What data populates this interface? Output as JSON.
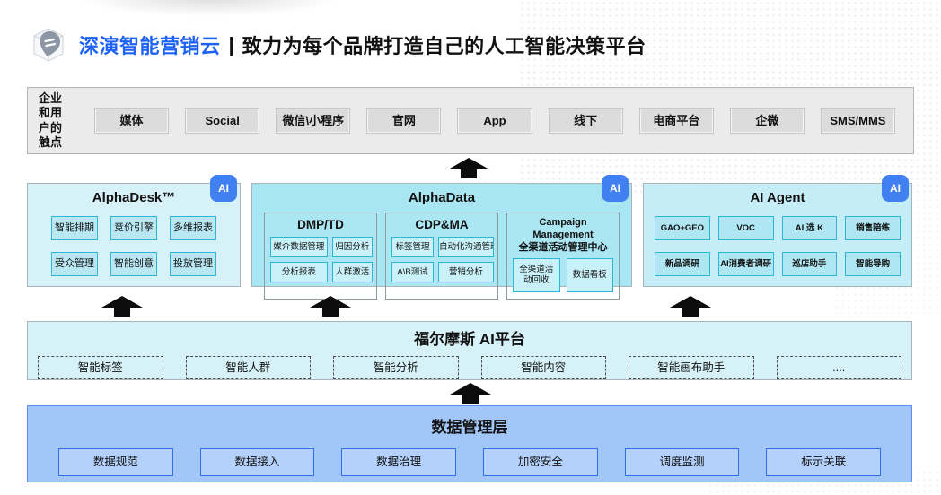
{
  "header": {
    "brand": "深演智能营销云",
    "separator": "|",
    "tagline": "致力为每个品牌打造自己的人工智能决策平台"
  },
  "touchpoints": {
    "label_lines": [
      "企业",
      "和用",
      "户的",
      "触点"
    ],
    "items": [
      "媒体",
      "Social",
      "微信\\小程序",
      "官网",
      "App",
      "线下",
      "电商平台",
      "企微",
      "SMS/MMS"
    ]
  },
  "panels": [
    {
      "title": "AlphaDesk™",
      "badge": "AI",
      "items": [
        "智能排期",
        "竞价引擎",
        "多维报表",
        "受众管理",
        "智能创意",
        "投放管理"
      ]
    },
    {
      "title": "AlphaData",
      "badge": "AI",
      "groups": [
        {
          "title": "DMP/TD",
          "items": [
            "媒介数据管理",
            "归因分析",
            "分析报表",
            "人群激活"
          ]
        },
        {
          "title": "CDP&MA",
          "items": [
            "标签管理",
            "自动化沟通管理",
            "A\\B测试",
            "营销分析"
          ]
        },
        {
          "title_line1": "Campaign Management",
          "title_line2": "全渠道活动管理中心",
          "items": [
            "全渠道活动回收",
            "数据看板"
          ]
        }
      ]
    },
    {
      "title": "AI Agent",
      "badge": "AI",
      "items": [
        "GAO+GEO",
        "VOC",
        "AI 选 K",
        "销售陪练",
        "新品调研",
        "AI消费者调研",
        "巡店助手",
        "智能导购"
      ]
    }
  ],
  "ai_platform": {
    "title": "福尔摩斯 AI平台",
    "items": [
      "智能标签",
      "智能人群",
      "智能分析",
      "智能内容",
      "智能画布助手",
      "...."
    ]
  },
  "data_layer": {
    "title": "数据管理层",
    "items": [
      "数据规范",
      "数据接入",
      "数据治理",
      "加密安全",
      "调度监测",
      "标示关联"
    ]
  },
  "colors": {
    "brand_blue": "#1f63f5",
    "badge_blue": "#4080f0",
    "cyan_border": "#30b4d8",
    "panel_light_cyan": "#d6f1f8",
    "panel_mid_cyan": "#a9e6f3",
    "data_layer_blue": "#a2c6f8",
    "data_item_border": "#2e6fe6",
    "touchpoint_gray": "#ebebeb",
    "arrow_black": "#0c0c0c"
  }
}
